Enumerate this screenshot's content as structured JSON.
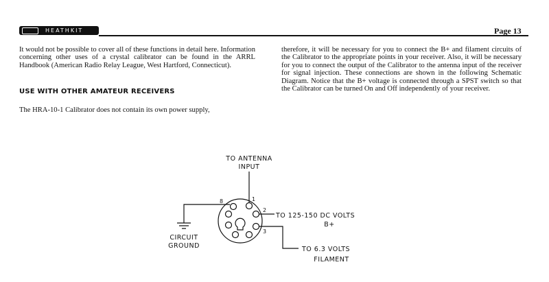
{
  "header": {
    "logo_text": "HEATHKIT",
    "page_number": "Page 13"
  },
  "left_column": {
    "paragraph1": "It would not be possible to cover all of these functions in detail here. Information concerning other uses of a crystal calibrator can be found in the ARRL Handbook (American Radio Relay League, West Hartford, Connecticut).",
    "heading": "USE WITH OTHER AMATEUR RECEIVERS",
    "paragraph2": "The HRA-10-1 Calibrator does not contain its own power supply,"
  },
  "right_column": {
    "paragraph": "therefore, it will be necessary for you to connect the B+ and filament circuits of the Calibrator to the appropriate points in your receiver. Also, it will be necessary for you to connect the output of the Calibrator to the antenna input of the receiver for signal injection. These connections are shown in the following Schematic Diagram. Notice that the B+ voltage is connected through a SPST switch so that the Calibrator can be turned On and Off independently of your receiver."
  },
  "schematic": {
    "antenna_label_1": "TO ANTENNA",
    "antenna_label_2": "INPUT",
    "ground_label_1": "CIRCUIT",
    "ground_label_2": "GROUND",
    "bplus_label_1": "TO 125-150 DC VOLTS",
    "bplus_label_2": "B+",
    "filament_label_1": "TO 6.3 VOLTS",
    "filament_label_2": "FILAMENT",
    "pin_1": "1",
    "pin_2": "2",
    "pin_3": "3",
    "pin_8": "8"
  }
}
